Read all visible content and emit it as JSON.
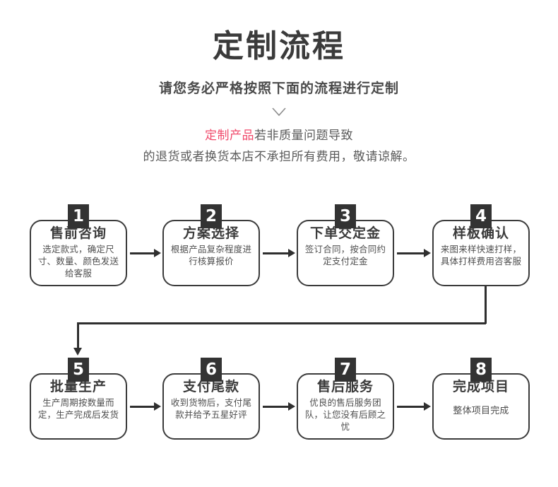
{
  "header": {
    "title": "定制流程",
    "subtitle": "请您务必严格按照下面的流程进行定制",
    "chevron_icon": "chevron-down-icon",
    "notice_highlight": "定制产品",
    "notice_line1_rest": "若非质量问题导致",
    "notice_line2": "的退货或者换货本店不承担所有费用，敬请谅解。"
  },
  "colors": {
    "accent_red": "#f04a6b",
    "box_border": "#3b3b3b",
    "badge_bg": "#333333",
    "text_dark": "#3b3b3b",
    "text_body": "#4e4e4e",
    "arrow": "#2f2f2f",
    "background": "#ffffff"
  },
  "flow": {
    "steps": [
      {
        "number": "1",
        "title": "售前咨询",
        "desc": "选定款式，确定尺寸、数量、颜色发送给客服"
      },
      {
        "number": "2",
        "title": "方案选择",
        "desc": "根据产品复杂程度进行核算报价"
      },
      {
        "number": "3",
        "title": "下单交定金",
        "desc": "签订合同，按合同约定支付定金"
      },
      {
        "number": "4",
        "title": "样板确认",
        "desc": "来图来样快速打样，具体打样费用咨客服"
      },
      {
        "number": "5",
        "title": "批量生产",
        "desc": "生产周期按数量而定，生产完成后发货"
      },
      {
        "number": "6",
        "title": "支付尾款",
        "desc": "收到货物后，支付尾款并给予五星好评"
      },
      {
        "number": "7",
        "title": "售后服务",
        "desc": "优良的售后服务团队，让您没有后顾之忧"
      },
      {
        "number": "8",
        "title": "完成项目",
        "desc": "整体项目完成"
      }
    ]
  }
}
